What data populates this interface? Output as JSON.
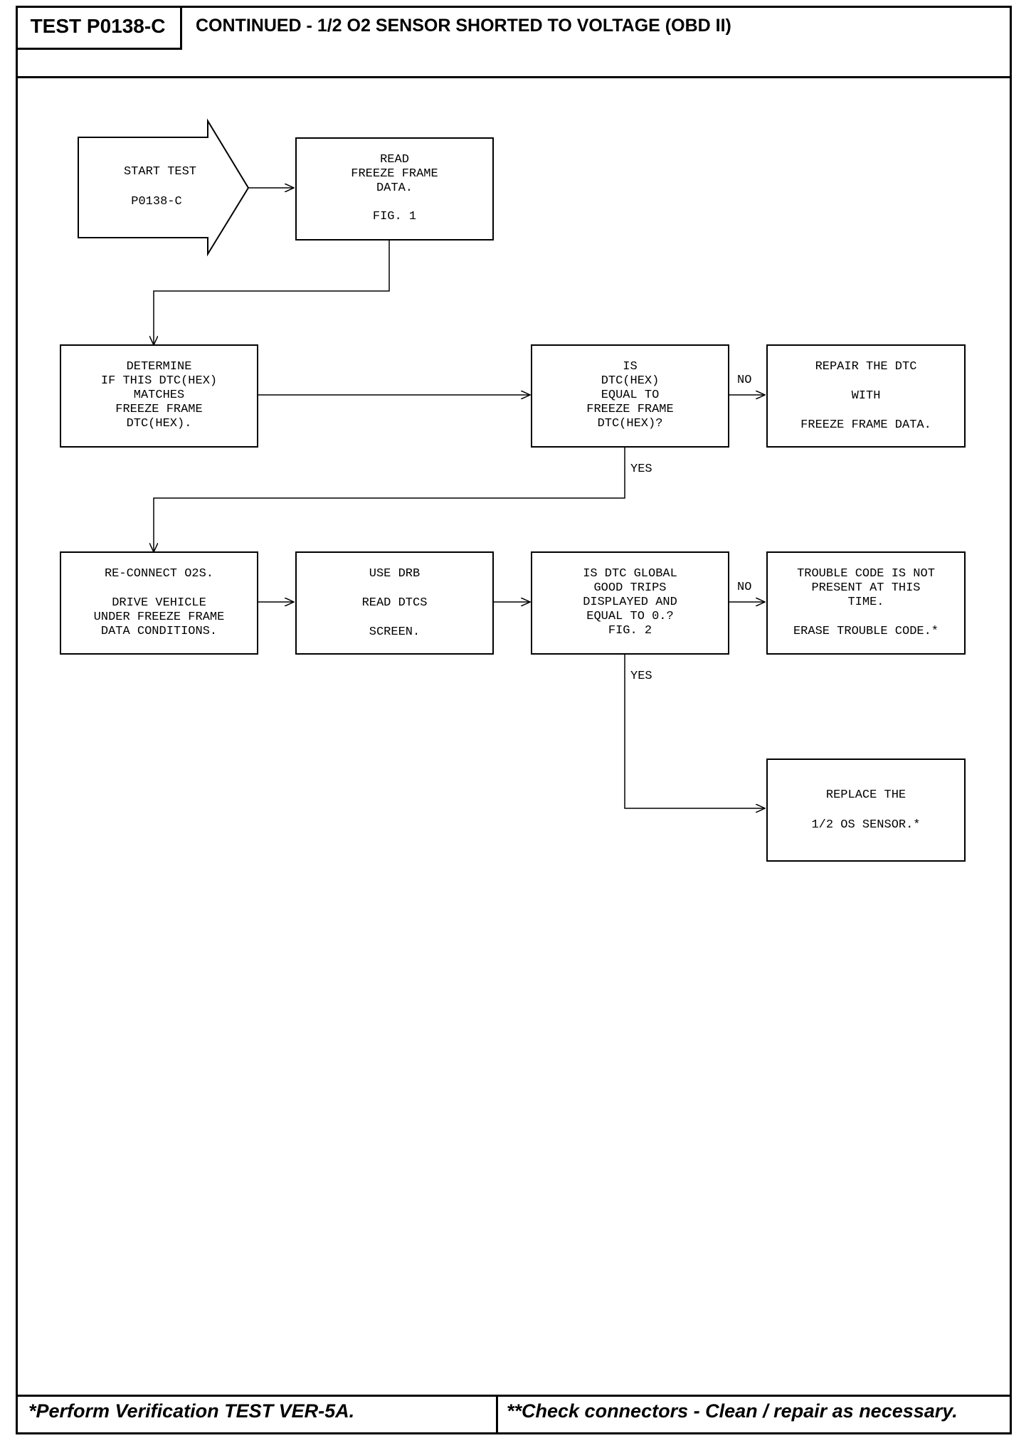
{
  "header": {
    "test_id": "TEST P0138-C",
    "title": "CONTINUED - 1/2 O2 SENSOR SHORTED TO VOLTAGE (OBD II)"
  },
  "flowchart": {
    "start": {
      "line1": "START TEST",
      "line2": "P0138-C"
    },
    "read_freeze": {
      "line1": "READ",
      "line2": "FREEZE FRAME",
      "line3": "DATA.",
      "line4": "FIG. 1"
    },
    "determine": {
      "line1": "DETERMINE",
      "line2": "IF THIS DTC(HEX)",
      "line3": "MATCHES",
      "line4": "FREEZE FRAME",
      "line5": "DTC(HEX)."
    },
    "is_equal": {
      "line1": "IS",
      "line2": "DTC(HEX)",
      "line3": "EQUAL TO",
      "line4": "FREEZE FRAME",
      "line5": "DTC(HEX)?"
    },
    "repair": {
      "line1": "REPAIR THE DTC",
      "line2": "WITH",
      "line3": "FREEZE FRAME DATA."
    },
    "reconnect": {
      "line1": "RE-CONNECT O2S.",
      "line2": "DRIVE VEHICLE",
      "line3": "UNDER FREEZE FRAME",
      "line4": "DATA CONDITIONS."
    },
    "use_drb": {
      "line1": "USE DRB",
      "line2": "READ DTCS",
      "line3": "SCREEN."
    },
    "is_global": {
      "line1": "IS DTC GLOBAL",
      "line2": "GOOD TRIPS",
      "line3": "DISPLAYED AND",
      "line4": "EQUAL TO 0.?",
      "line5": "FIG. 2"
    },
    "trouble": {
      "line1": "TROUBLE CODE IS NOT",
      "line2": "PRESENT AT THIS",
      "line3": "TIME.",
      "line4": "ERASE TROUBLE CODE.*"
    },
    "replace": {
      "line1": "REPLACE THE",
      "line2": "1/2 OS SENSOR.*"
    },
    "labels": {
      "no1": "NO",
      "yes1": "YES",
      "no2": "NO",
      "yes2": "YES"
    }
  },
  "footer": {
    "left": "*Perform Verification TEST VER-5A.",
    "right": "**Check connectors - Clean / repair as necessary."
  }
}
